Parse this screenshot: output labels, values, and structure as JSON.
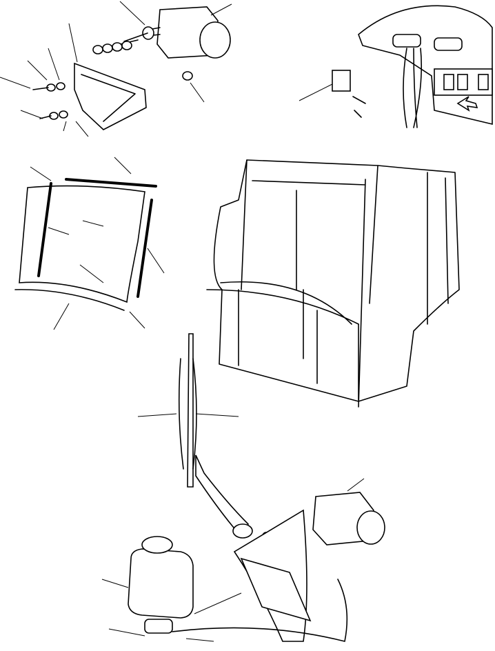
{
  "diagram": {
    "line_color": "#000000",
    "background": "#ffffff",
    "parts": [
      "wiper-motor-top",
      "mounting-bracket",
      "fasteners",
      "switch-panel",
      "switch",
      "windshield-glass",
      "glass-seals",
      "cab-frame",
      "wiper-blade",
      "wiper-arm",
      "wiper-motor-bottom",
      "washer-bracket",
      "washer-reservoir",
      "washer-hose"
    ]
  }
}
